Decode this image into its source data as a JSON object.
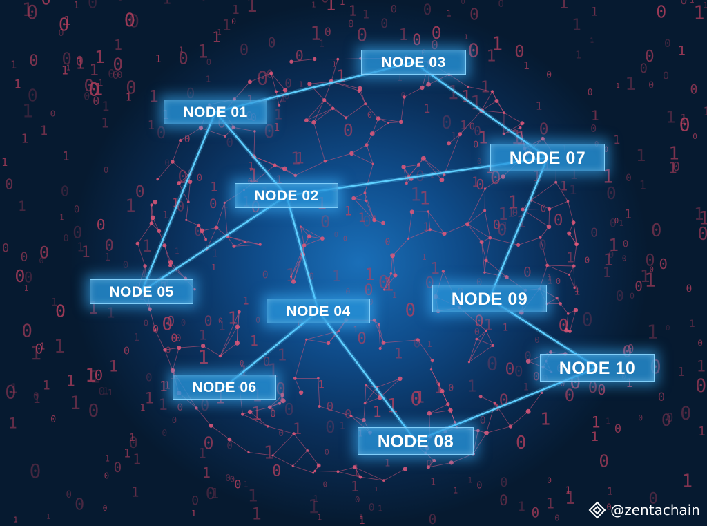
{
  "nodes": [
    {
      "id": "n01",
      "label": "NODE 01"
    },
    {
      "id": "n02",
      "label": "NODE 02"
    },
    {
      "id": "n03",
      "label": "NODE 03"
    },
    {
      "id": "n04",
      "label": "NODE 04"
    },
    {
      "id": "n05",
      "label": "NODE 05"
    },
    {
      "id": "n06",
      "label": "NODE 06"
    },
    {
      "id": "n07",
      "label": "NODE 07"
    },
    {
      "id": "n08",
      "label": "NODE 08"
    },
    {
      "id": "n09",
      "label": "NODE 09"
    },
    {
      "id": "n10",
      "label": "NODE 10"
    }
  ],
  "links": [
    [
      "n01",
      "n03"
    ],
    [
      "n01",
      "n02"
    ],
    [
      "n01",
      "n05"
    ],
    [
      "n02",
      "n07"
    ],
    [
      "n02",
      "n05"
    ],
    [
      "n02",
      "n04"
    ],
    [
      "n03",
      "n07"
    ],
    [
      "n07",
      "n09"
    ],
    [
      "n04",
      "n06"
    ],
    [
      "n04",
      "n08"
    ],
    [
      "n09",
      "n10"
    ],
    [
      "n10",
      "n08"
    ]
  ],
  "watermark": {
    "handle": "@zentachain",
    "icon": "zentachain-logo-icon"
  },
  "colors": {
    "background": "#061a30",
    "sphere_glow": "#1a6fb8",
    "mesh": "#e0587a",
    "link": "#5fd0ff",
    "binary": "#b8405e"
  }
}
